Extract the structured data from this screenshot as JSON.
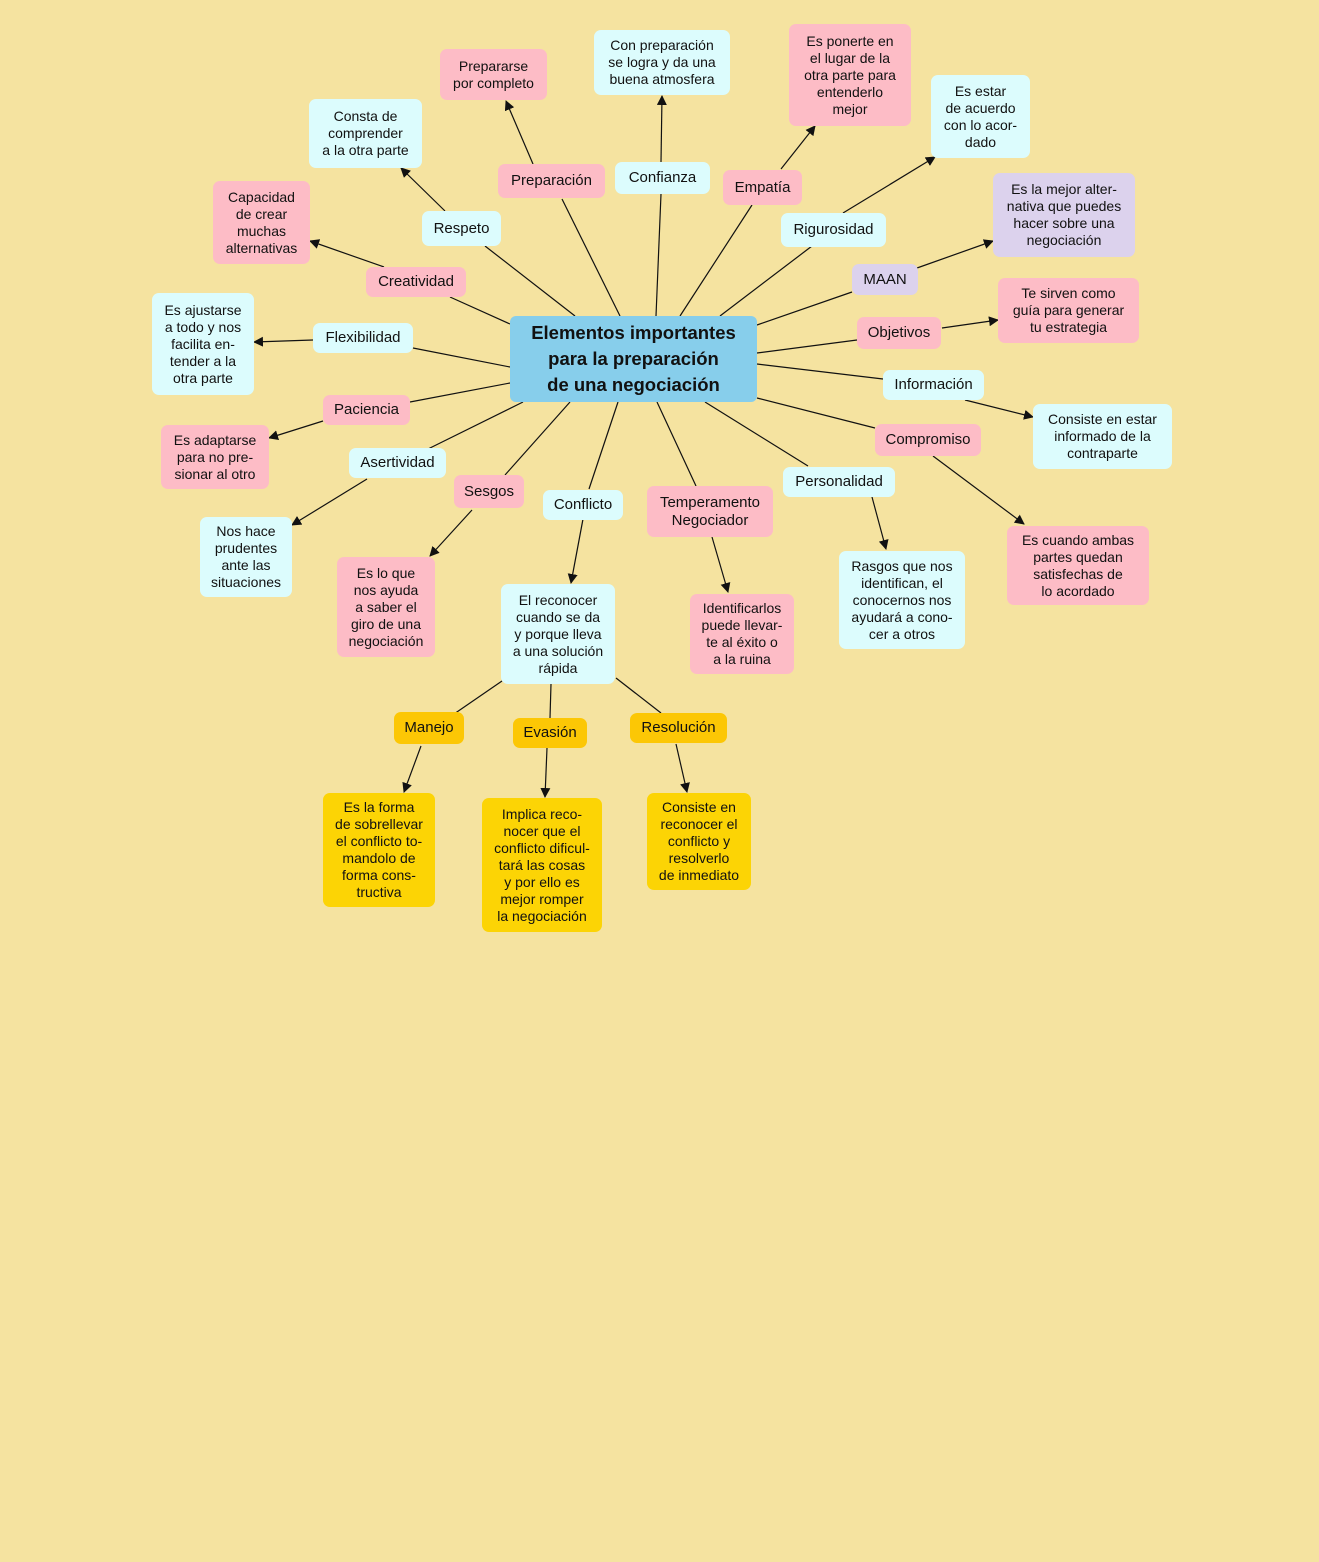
{
  "map": {
    "title": "Elementos importantes\npara la preparación\nde una negociación",
    "colors": {
      "background": "#f5e3a0",
      "center": "#87ceeb",
      "cyan": "#dcfcfd",
      "pink": "#fdbcc6",
      "lavender": "#dcd2ed",
      "gold": "#fcd405",
      "line": "#111111"
    },
    "concepts": [
      {
        "id": "preparacion",
        "label": "Preparación",
        "desc": "Prepararse\npor completo"
      },
      {
        "id": "confianza",
        "label": "Confianza",
        "desc": "Con preparación\nse logra y da una\nbuena atmosfera"
      },
      {
        "id": "empatia",
        "label": "Empatía",
        "desc": "Es ponerte en\nel lugar de la\notra parte para\nentenderlo\nmejor"
      },
      {
        "id": "respeto",
        "label": "Respeto",
        "desc": "Consta de\ncomprender\na la otra parte"
      },
      {
        "id": "rigurosidad",
        "label": "Rigurosidad",
        "desc": "Es estar\nde acuerdo\ncon lo acor-\ndado"
      },
      {
        "id": "creatividad",
        "label": "Creatividad",
        "desc": "Capacidad\nde crear\nmuchas\nalternativas"
      },
      {
        "id": "maan",
        "label": "MAAN",
        "desc": "Es la mejor alter-\nnativa que puedes\nhacer sobre una\nnegociación"
      },
      {
        "id": "flexibilidad",
        "label": "Flexibilidad",
        "desc": "Es ajustarse\na todo y nos\nfacilita en-\ntender a la\notra parte"
      },
      {
        "id": "objetivos",
        "label": "Objetivos",
        "desc": "Te sirven como\nguía para generar\ntu estrategia"
      },
      {
        "id": "paciencia",
        "label": "Paciencia",
        "desc": "Es adaptarse\npara no pre-\nsionar al otro"
      },
      {
        "id": "informacion",
        "label": "Información",
        "desc": "Consiste en estar\ninformado de la\ncontraparte"
      },
      {
        "id": "asertividad",
        "label": "Asertividad",
        "desc": "Nos hace\nprudentes\nante las\nsituaciones"
      },
      {
        "id": "compromiso",
        "label": "Compromiso",
        "desc": "Es cuando ambas\npartes quedan\nsatisfechas de\nlo acordado"
      },
      {
        "id": "sesgos",
        "label": "Sesgos",
        "desc": "Es lo que\nnos ayuda\na saber el\ngiro de una\nnegociación"
      },
      {
        "id": "conflicto",
        "label": "Conflicto",
        "desc": "El reconocer\ncuando se da\ny porque lleva\na una solución\nrápida"
      },
      {
        "id": "temperamento",
        "label": "Temperamento\nNegociador",
        "desc": "Identificarlos\npuede llevar-\nte al éxito o\na la ruina"
      },
      {
        "id": "personalidad",
        "label": "Personalidad",
        "desc": "Rasgos que nos\nidentifican, el\nconocernos nos\nayudará a cono-\ncer a otros"
      }
    ],
    "conflict_types": [
      {
        "id": "manejo",
        "label": "Manejo",
        "desc": "Es la forma\nde sobrellevar\nel conflicto to-\nmandolo de\nforma cons-\ntructiva"
      },
      {
        "id": "evasion",
        "label": "Evasión",
        "desc": "Implica reco-\nnocer que el\nconflicto dificul-\ntará las cosas\ny por ello es\nmejor romper\nla negociación"
      },
      {
        "id": "resolucion",
        "label": "Resolución",
        "desc": "Consiste en\nreconocer el\nconflicto y\nresolverlo\nde inmediato"
      }
    ]
  }
}
